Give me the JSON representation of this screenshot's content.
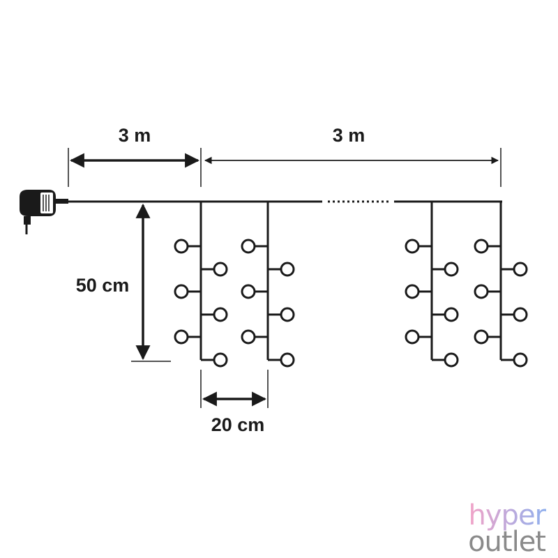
{
  "dimensions": {
    "lead_cable_length": "3 m",
    "curtain_width": "3 m",
    "drop_length": "50 cm",
    "drop_spacing": "20 cm"
  },
  "icons": {
    "power_adapter": "power-adapter-icon"
  },
  "watermark": {
    "line1": "hyper",
    "line2": "outlet"
  },
  "colors": {
    "line": "#1a1a1a",
    "watermark_line1_start": "#f2a3c7",
    "watermark_line1_end": "#8fb0ee",
    "watermark_line2": "#8a8a8a"
  }
}
